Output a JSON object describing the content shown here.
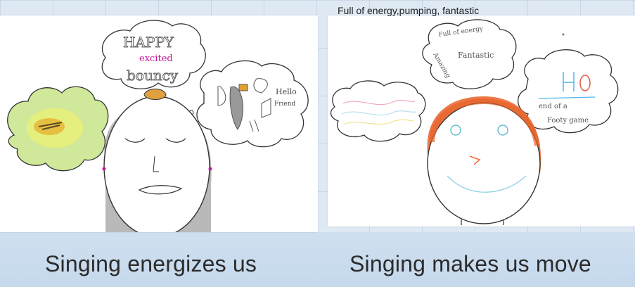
{
  "left_drawing": {
    "caption": "Singing energizes us",
    "bubble_words": [
      "HAPPY",
      "excited",
      "bouncy"
    ],
    "bubble_right_words": [
      "Hello",
      "Friend"
    ]
  },
  "right_drawing": {
    "caption": "Singing makes us move",
    "printed_note": "Full of energy,pumping, fantastic",
    "bubble_top_words": [
      "Full of energy",
      "Amazing",
      "Fantastic"
    ],
    "bubble_right_words": [
      "end of a",
      "Footy game"
    ]
  },
  "colors": {
    "background": "#dfe9f3",
    "band": "#c5d8ec",
    "caption_text": "#2b2b2b"
  }
}
